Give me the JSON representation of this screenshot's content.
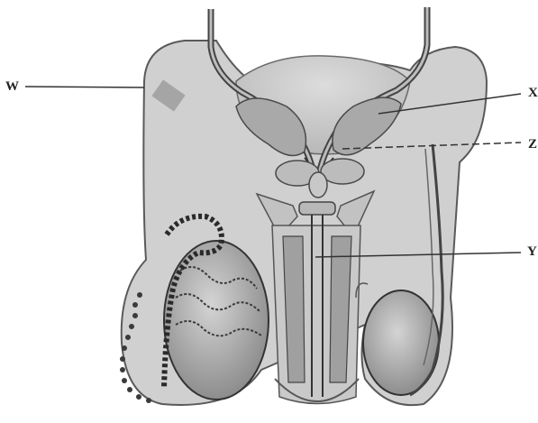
{
  "labels": {
    "w": "W",
    "x": "X",
    "z": "Z",
    "y": "Y"
  }
}
